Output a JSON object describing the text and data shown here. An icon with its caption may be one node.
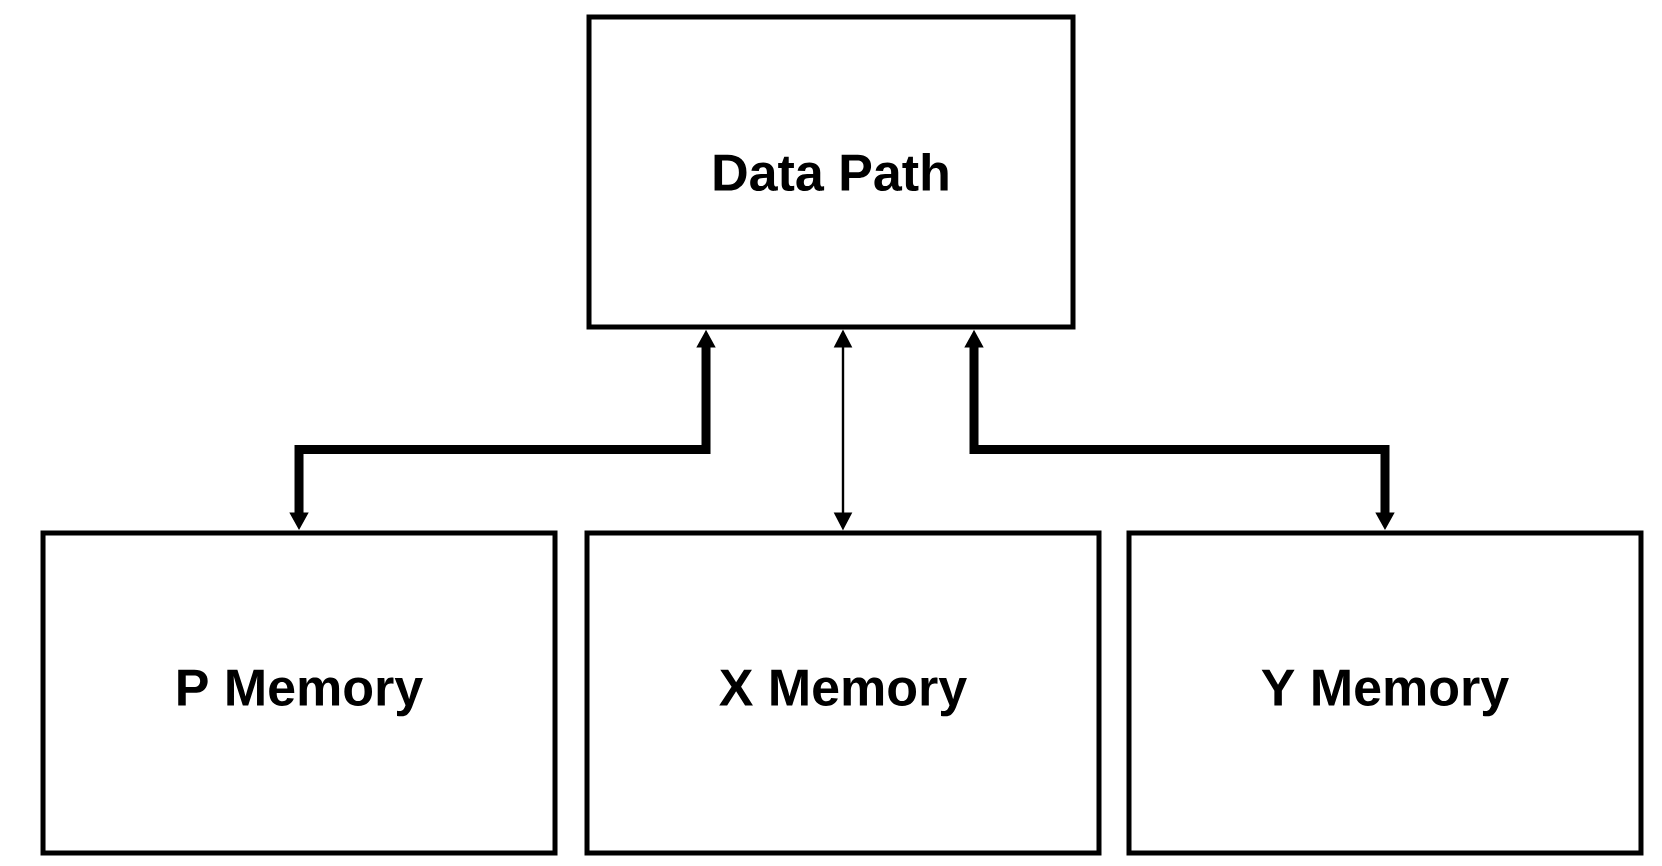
{
  "diagram": {
    "nodes": [
      {
        "text": [
          "Data Path"
        ]
      },
      {
        "text": [
          "P Memory"
        ]
      },
      {
        "text": [
          "X Memory"
        ]
      },
      {
        "text": [
          "Y Memory"
        ]
      }
    ],
    "edges": [
      {
        "from": 0,
        "to": 1,
        "arrow": "both"
      },
      {
        "from": 0,
        "to": 2,
        "arrow": "both"
      },
      {
        "from": 0,
        "to": 3,
        "arrow": "both"
      }
    ]
  }
}
